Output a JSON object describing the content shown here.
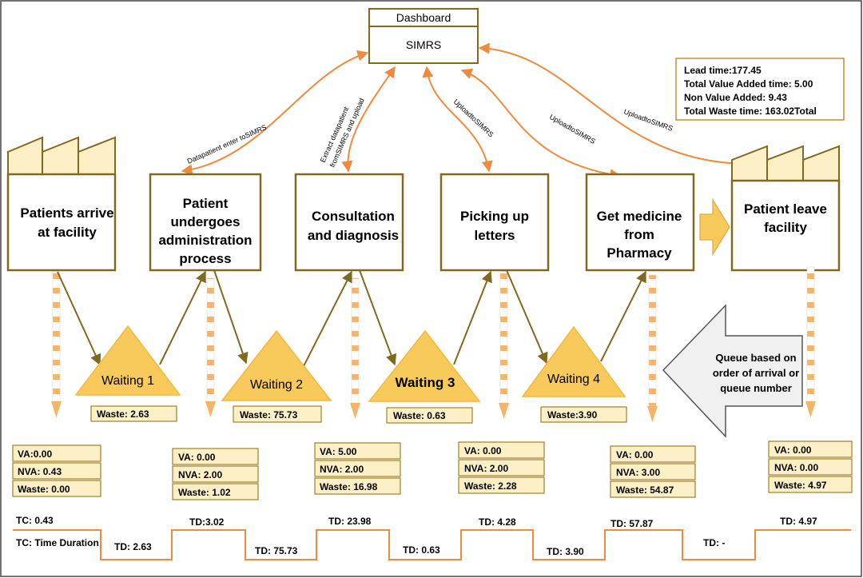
{
  "dashboard": {
    "title": "Dashboard",
    "system": "SIMRS"
  },
  "summary": [
    "Lead time:177.45",
    "Total Value Added time: 5.00",
    "Non Value Added: 9.43",
    "Total Waste time: 163.02Total"
  ],
  "processes": [
    {
      "lines": [
        "Patients arrive",
        "at facility"
      ]
    },
    {
      "lines": [
        "Patient",
        "undergoes",
        "administration",
        "process"
      ]
    },
    {
      "lines": [
        "Consultation",
        "and diagnosis"
      ]
    },
    {
      "lines": [
        "Picking up",
        "letters"
      ]
    },
    {
      "lines": [
        "Get medicine",
        "from",
        "Pharmacy"
      ]
    },
    {
      "lines": [
        "Patient leave",
        "facility"
      ]
    }
  ],
  "links": [
    [
      "Datapatient enter toSIMRS"
    ],
    [
      "Extract datapatient",
      "fromSIMRS and upload"
    ],
    [
      "UploadtoSIMRS"
    ],
    [
      "UploadtoSIMRS"
    ],
    [
      "UploadtoSIMRS"
    ]
  ],
  "waits": [
    {
      "label": "Waiting 1",
      "waste": "Waste: 2.63"
    },
    {
      "label": "Waiting 2",
      "waste": "Waste: 75.73"
    },
    {
      "label": "Waiting 3",
      "waste": "Waste: 0.63"
    },
    {
      "label": "Waiting 4",
      "waste": "Waste:3.90"
    }
  ],
  "queue_note": [
    "Queue based on",
    "order of arrival or",
    "queue number"
  ],
  "metrics": [
    [
      "VA:0.00",
      "NVA: 0.43",
      "Waste: 0.00"
    ],
    [
      "VA: 0.00",
      "NVA: 2.00",
      "Waste: 1.02"
    ],
    [
      "VA: 5.00",
      "NVA: 2.00",
      "Waste: 16.98"
    ],
    [
      "VA: 0.00",
      "NVA: 2.00",
      "Waste: 2.28"
    ],
    [
      "VA: 0.00",
      "NVA: 3.00",
      "Waste: 54.87"
    ],
    [
      "VA: 0.00",
      "NVA: 0.00",
      "Waste: 4.97"
    ]
  ],
  "timeline": {
    "tc_value": "TC: 0.43",
    "tc_label": "TC: Time Duration",
    "durations": [
      "TD: 2.63",
      "TD:3.02",
      "TD: 75.73",
      "TD: 23.98",
      "TD: 0.63",
      "TD: 4.28",
      "TD: 3.90",
      "TD: 57.87",
      "TD: -",
      "TD: 4.97"
    ]
  },
  "colors": {
    "accent": "#f08a3c",
    "box_border": "#7f6a1f",
    "triangle": "#f8ca5c",
    "panel": "#fdf0c6"
  }
}
